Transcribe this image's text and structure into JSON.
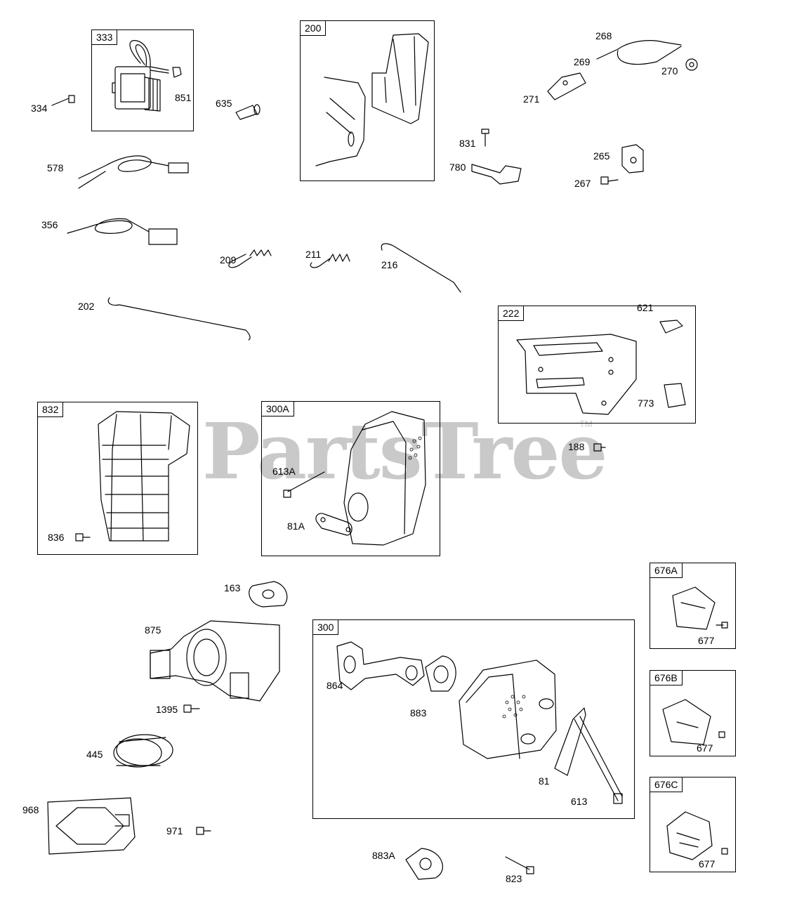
{
  "watermark": {
    "text": "PartsTree",
    "tm": "TM"
  },
  "boxes": {
    "b333": "333",
    "b200": "200",
    "b222": "222",
    "b832": "832",
    "b300A": "300A",
    "b300": "300",
    "b676A": "676A",
    "b676B": "676B",
    "b676C": "676C"
  },
  "parts": {
    "p334": "334",
    "p851": "851",
    "p635": "635",
    "p268": "268",
    "p269": "269",
    "p270": "270",
    "p271": "271",
    "p831": "831",
    "p780": "780",
    "p265": "265",
    "p267": "267",
    "p578": "578",
    "p356": "356",
    "p209": "209",
    "p211": "211",
    "p216": "216",
    "p202": "202",
    "p621": "621",
    "p773": "773",
    "p188": "188",
    "p613A": "613A",
    "p81A": "81A",
    "p836": "836",
    "p163": "163",
    "p875": "875",
    "p1395": "1395",
    "p445": "445",
    "p968": "968",
    "p971": "971",
    "p864": "864",
    "p883": "883",
    "p81": "81",
    "p613": "613",
    "p883A": "883A",
    "p823": "823",
    "p677a": "677",
    "p677b": "677",
    "p677c": "677"
  }
}
